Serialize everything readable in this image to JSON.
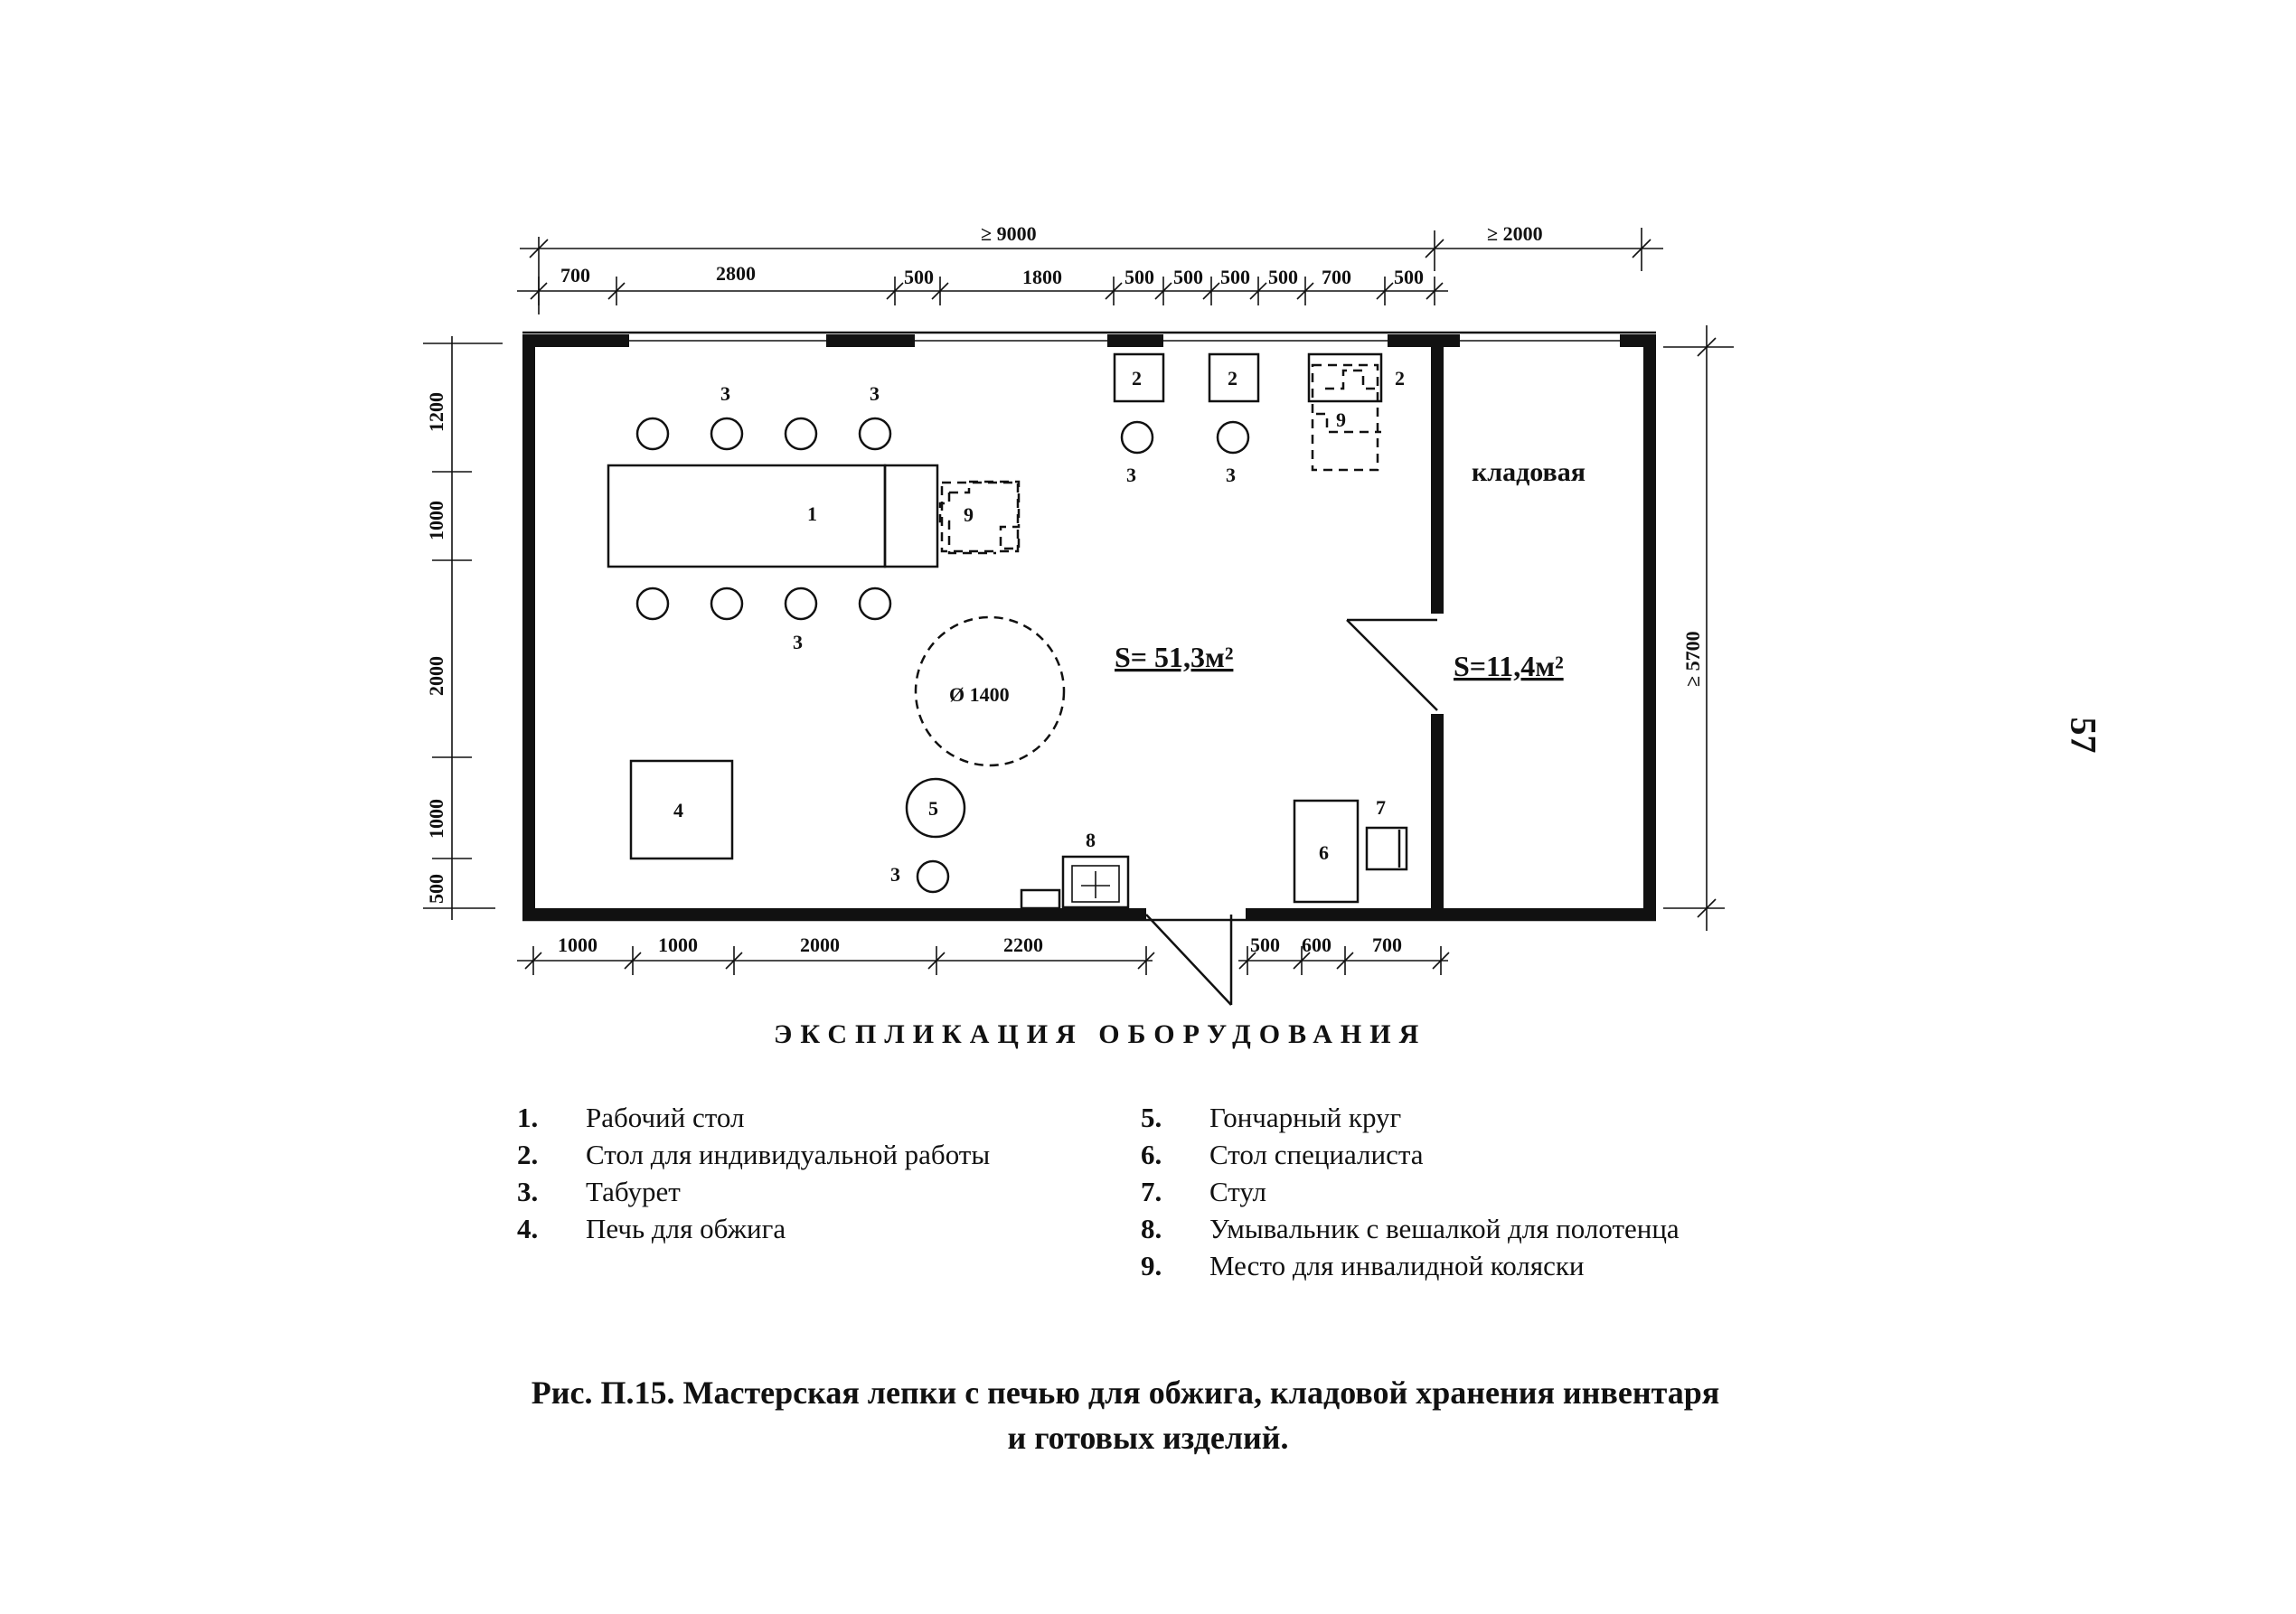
{
  "dimensions": {
    "overall_main": "≥ 9000",
    "overall_store": "≥ 2000",
    "top_segments": [
      "700",
      "2800",
      "500",
      "1800",
      "500",
      "500",
      "500",
      "500",
      "700",
      "500"
    ],
    "bottom_left_segments": [
      "1000",
      "1000",
      "2000",
      "2200"
    ],
    "bottom_right_segments": [
      "500",
      "600",
      "700"
    ],
    "left_segments": [
      "1200",
      "1000",
      "2000",
      "1000",
      "500"
    ],
    "right_overall": "≥ 5700"
  },
  "plan": {
    "storeroom_label": "кладовая",
    "area_main": "S= 51,3м²",
    "area_store": "S=11,4м²",
    "turning_circle": "Ø 1400",
    "marks": {
      "m1": "1",
      "m2a": "2",
      "m2b": "2",
      "m2c": "2",
      "m3a": "3",
      "m3b": "3",
      "m3c": "3",
      "m3d": "3",
      "m3e": "3",
      "m3f": "3",
      "m4": "4",
      "m5": "5",
      "m6": "6",
      "m7": "7",
      "m8": "8",
      "m9a": "9",
      "m9b": "9"
    }
  },
  "explication": {
    "title": "ЭКСПЛИКАЦИЯ ОБОРУДОВАНИЯ",
    "items": [
      {
        "num": "1.",
        "text": "Рабочий стол"
      },
      {
        "num": "2.",
        "text": "Стол для индивидуальной работы"
      },
      {
        "num": "3.",
        "text": "Табурет"
      },
      {
        "num": "4.",
        "text": "Печь для обжига"
      },
      {
        "num": "5.",
        "text": "Гончарный круг"
      },
      {
        "num": "6.",
        "text": "Стол специалиста"
      },
      {
        "num": "7.",
        "text": "Стул"
      },
      {
        "num": "8.",
        "text": "Умывальник с вешалкой для полотенца"
      },
      {
        "num": "9.",
        "text": "Место для инвалидной коляски"
      }
    ]
  },
  "caption": {
    "line1": "Рис. П.15.  Мастерская лепки с печью для обжига, кладовой хранения инвентаря",
    "line2": "и готовых изделий."
  },
  "page_number": "57"
}
